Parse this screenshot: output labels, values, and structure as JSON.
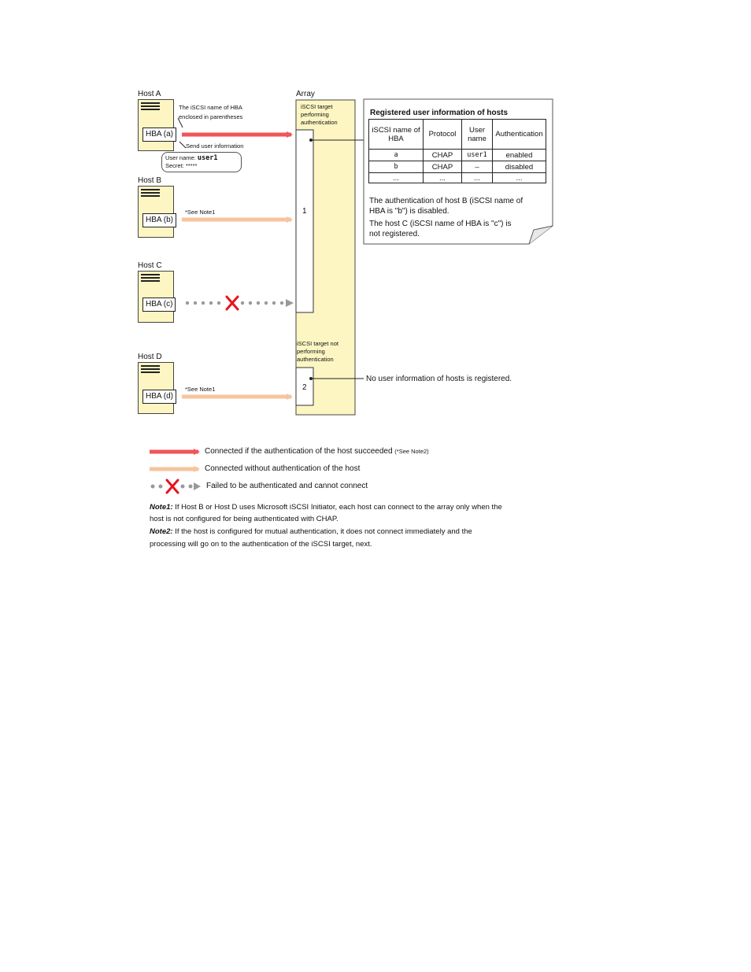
{
  "hosts": {
    "a": {
      "label": "Host A",
      "hba": "HBA (a)"
    },
    "b": {
      "label": "Host B",
      "hba": "HBA (b)"
    },
    "c": {
      "label": "Host C",
      "hba": "HBA (c)"
    },
    "d": {
      "label": "Host D",
      "hba": "HBA (d)"
    }
  },
  "array": {
    "label": "Array",
    "target1_desc": [
      "iSCSI target",
      "performing",
      "authentication"
    ],
    "target1_num": "1",
    "target2_desc": [
      "iSCSI target not",
      "performing",
      "authentication"
    ],
    "target2_num": "2"
  },
  "annotations": {
    "iscsi_name_note": [
      "The iSCSI name of HBA",
      "enclosed in parentheses"
    ],
    "send_user_info": "Send user information",
    "user_name_label": "User name: ",
    "user_name_value": "user1",
    "secret_label": "Secret: *****",
    "see_note1": "*See Note1",
    "no_user_info": "No user information of hosts is registered."
  },
  "registered_table": {
    "title": "Registered user information of hosts",
    "headers": [
      "iSCSI name of HBA",
      "Protocol",
      "User name",
      "Authentication"
    ],
    "rows": [
      [
        "a",
        "CHAP",
        "user1",
        "enabled"
      ],
      [
        "b",
        "CHAP",
        "–",
        "disabled"
      ],
      [
        "...",
        "...",
        "...",
        "..."
      ]
    ],
    "notes": [
      "The authentication of host B (iSCSI name of",
      "HBA is \"b\") is disabled.",
      "The host C (iSCSI name of HBA is \"c\") is",
      "not registered."
    ]
  },
  "legend": {
    "item1": "Connected if the authentication of the host succeeded",
    "item1_note": "(*See Note2)",
    "item2": "Connected without authentication of the host",
    "item3": "Failed to be authenticated and cannot connect"
  },
  "notes": {
    "note1_label": "Note1:",
    "note1_line1": " If Host B or Host D uses Microsoft iSCSI Initiator, each host can connect to the array only when the",
    "note1_line2": "host is not configured for being authenticated with CHAP.",
    "note2_label": "Note2:",
    "note2_line1": " If the host is configured for mutual authentication, it does not connect immediately and the",
    "note2_line2": "processing will go on to the authentication of the iSCSI target, next."
  },
  "colors": {
    "auth_arrow": "#f0565a",
    "noauth_arrow": "#f7c49c",
    "fail_dots": "#999999",
    "fail_x": "#e8141b",
    "server_fill": "#fdf6c3",
    "array_fill": "#fdf6c3"
  },
  "icons": {
    "server": "server-tower-icon",
    "fail": "red-x-icon",
    "note_page": "dog-eared-note-icon"
  }
}
